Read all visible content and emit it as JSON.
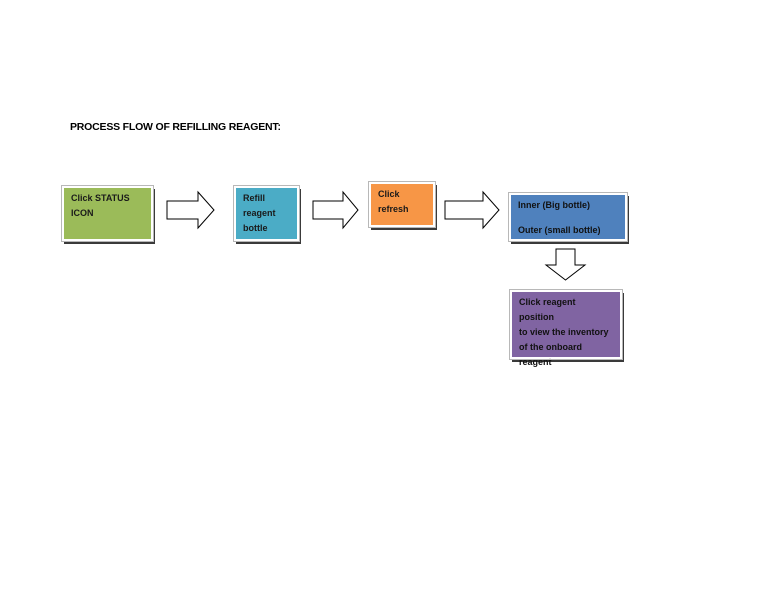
{
  "title": "PROCESS FLOW OF REFILLING REAGENT:",
  "steps": {
    "status": {
      "lines": [
        "Click STATUS",
        "ICON"
      ],
      "color": "#9bbb59"
    },
    "refill": {
      "lines": [
        "Refill",
        "reagent",
        "bottle"
      ],
      "color": "#4bacc6"
    },
    "refresh": {
      "lines": [
        "Click",
        "refresh"
      ],
      "color": "#f79646"
    },
    "bottles": {
      "lines": [
        "Inner (Big bottle)",
        "Outer (small bottle)"
      ],
      "color": "#4f81bd"
    },
    "inventory": {
      "lines": [
        "Click reagent position",
        "to view the inventory",
        "of the onboard",
        "reagent"
      ],
      "color": "#8064a2"
    }
  },
  "arrows": [
    "right-arrow",
    "right-arrow",
    "right-arrow",
    "down-arrow"
  ]
}
